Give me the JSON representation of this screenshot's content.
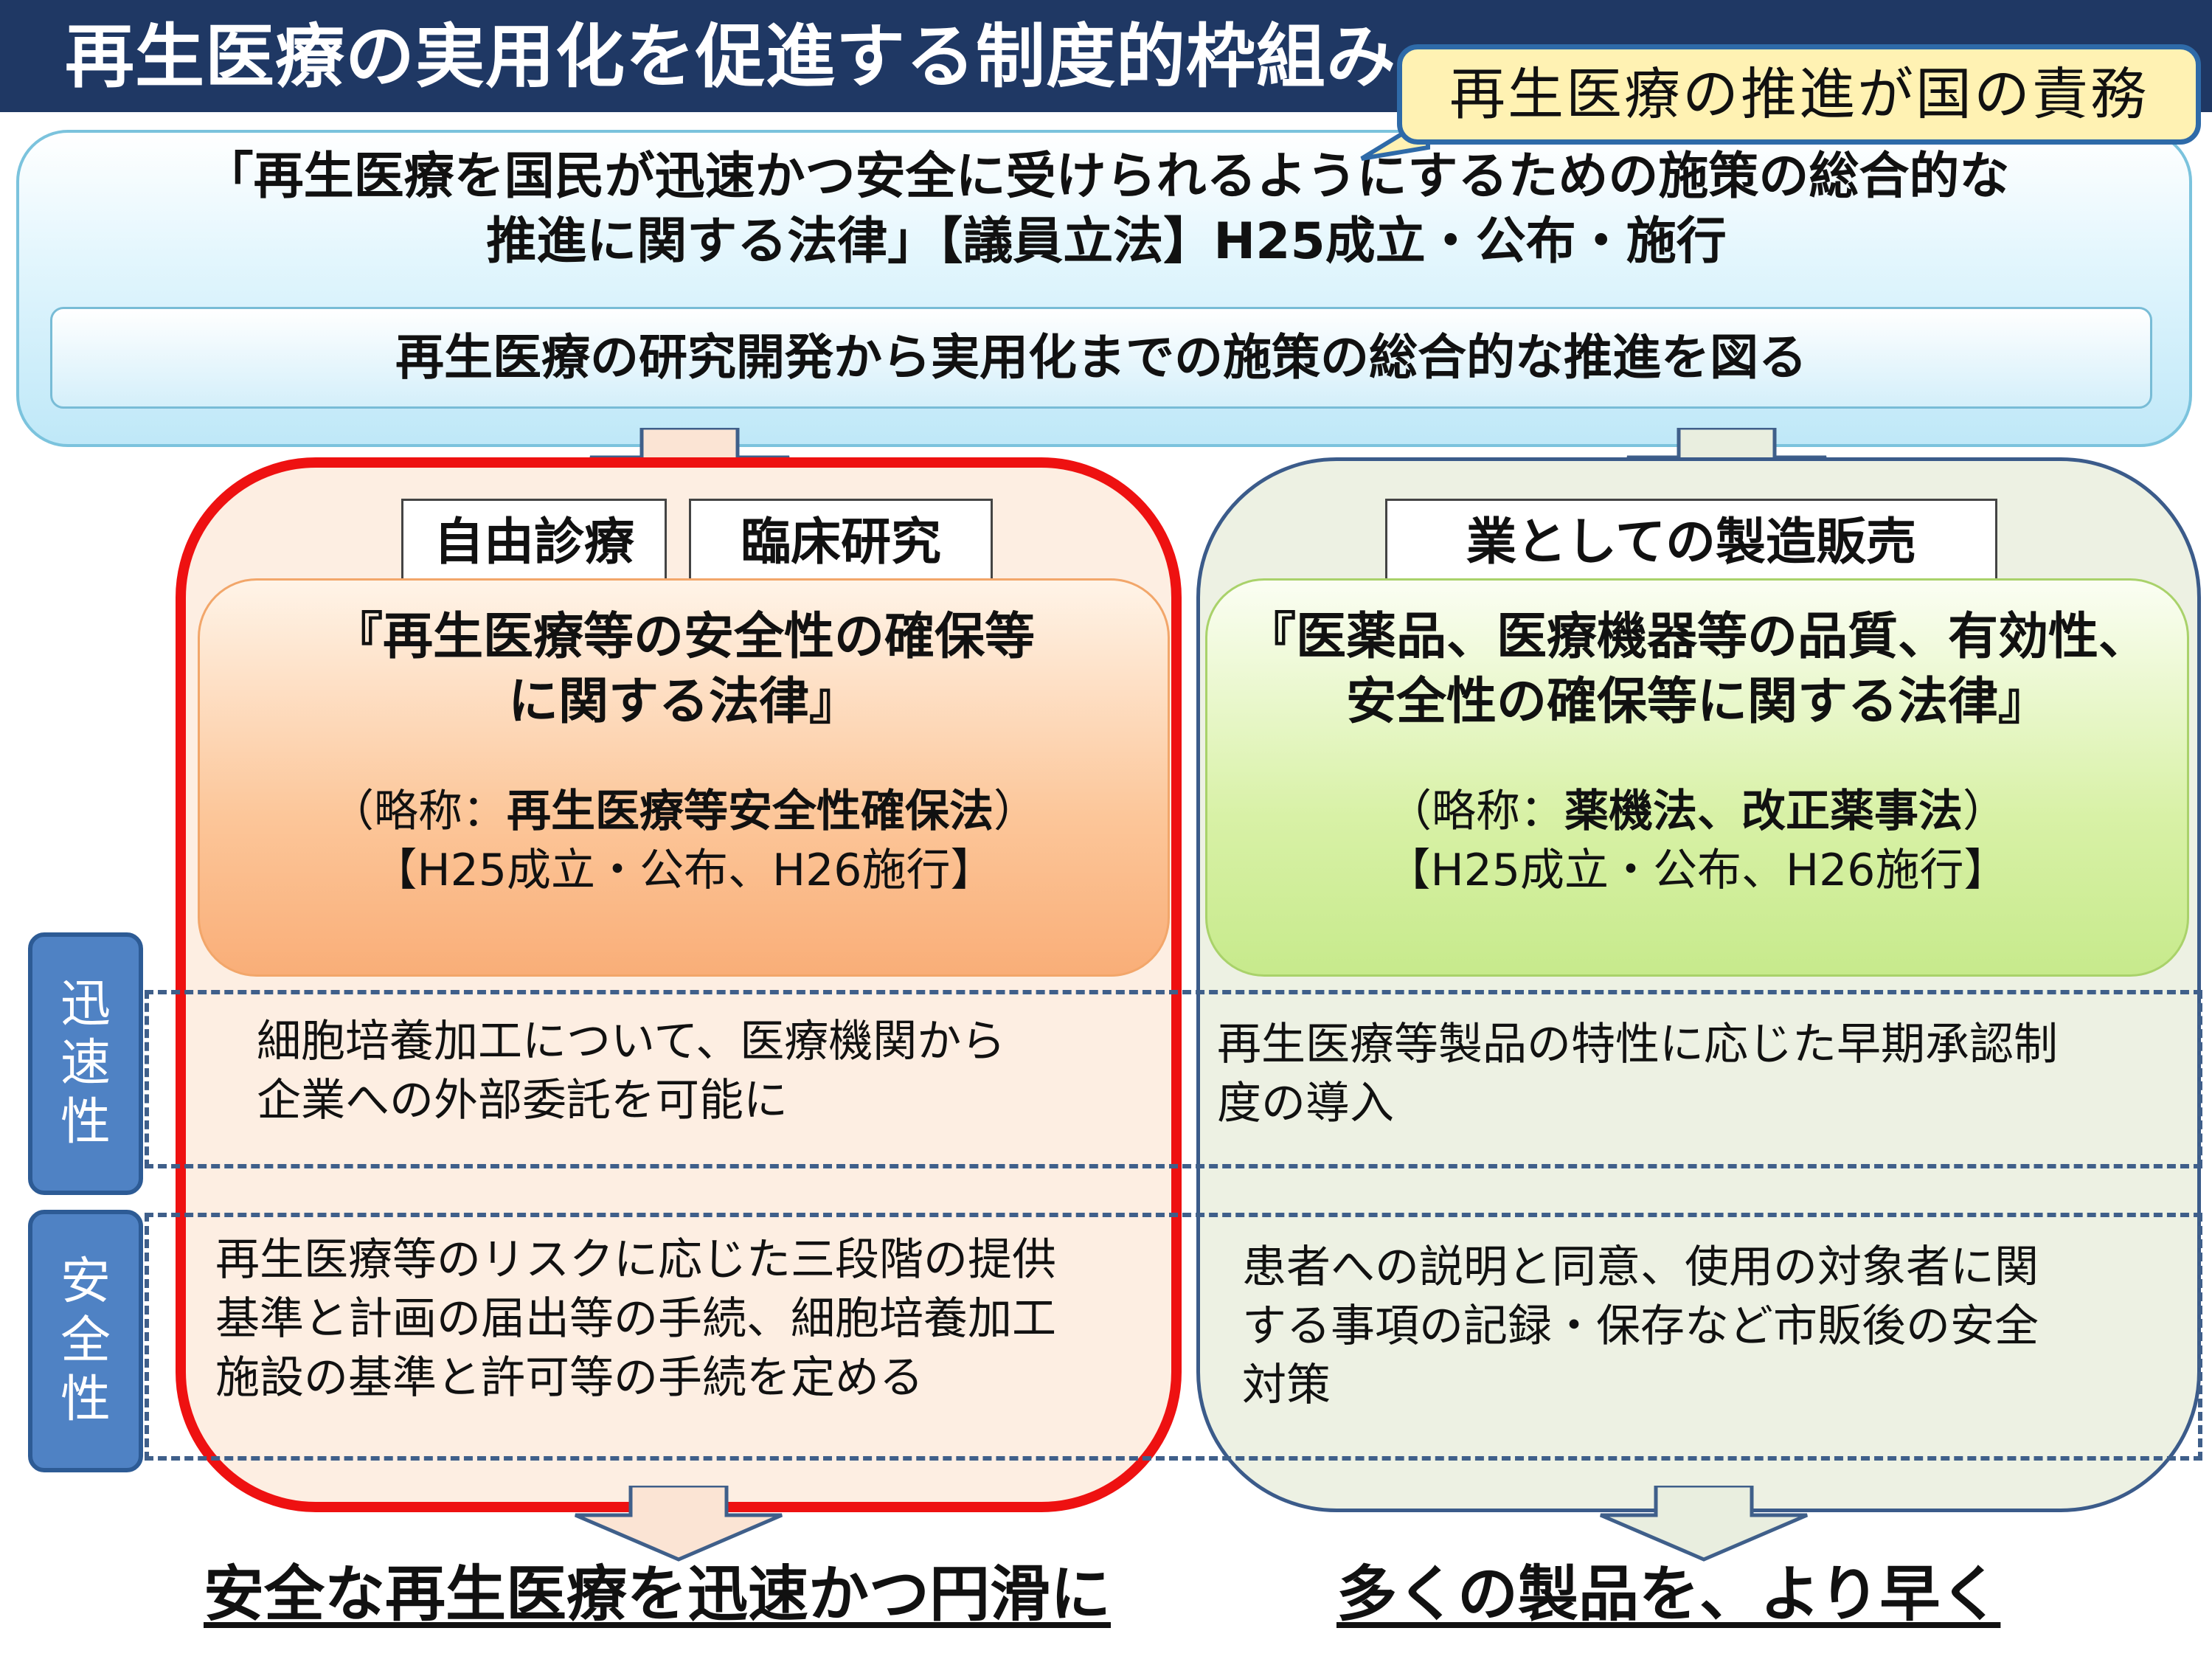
{
  "title": "再生医療の実用化を促進する制度的枠組み",
  "callout": "再生医療の推進が国の責務",
  "top_law": {
    "line1": "「再生医療を国民が迅速かつ安全に受けられるようにするための施策の総合的な",
    "line2": "推進に関する法律」【議員立法】H25成立・公布・施行",
    "purpose": "再生医療の研究開発から実用化までの施策の総合的な推進を図る"
  },
  "left": {
    "label_1": "自由診療",
    "label_2": "臨床研究",
    "law_title_1": "『再生医療等の安全性の確保等",
    "law_title_2": "に関する法律』",
    "abbr_prefix": "（略称：",
    "abbr_name": "再生医療等安全性確保法",
    "abbr_suffix": "）",
    "date": "【H25成立・公布、H26施行】",
    "speed_1": "細胞培養加工について、医療機関から",
    "speed_2": "企業への外部委託を可能に",
    "safety_1": "再生医療等のリスクに応じた三段階の提供",
    "safety_2": "基準と計画の届出等の手続、細胞培養加工",
    "safety_3": "施設の基準と許可等の手続を定める",
    "bottom": "安全な再生医療を迅速かつ円滑に"
  },
  "right": {
    "label": "業としての製造販売",
    "law_title_1": "『医薬品、医療機器等の品質、有効性、",
    "law_title_2": "安全性の確保等に関する法律』",
    "abbr_prefix": "（略称：",
    "abbr_name": "薬機法、改正薬事法",
    "abbr_suffix": "）",
    "date": "【H25成立・公布、H26施行】",
    "speed_1": "再生医療等製品の特性に応じた早期承認制",
    "speed_2": "度の導入",
    "safety_1": "患者への説明と同意、使用の対象者に関",
    "safety_2": "する事項の記録・保存など市販後の安全",
    "safety_3": "対策",
    "bottom": "多くの製品を、より早く"
  },
  "rows": {
    "speed": [
      "迅",
      "速",
      "性"
    ],
    "safety": [
      "安",
      "全",
      "性"
    ]
  },
  "colors": {
    "title_bar": "#1f3864",
    "left_border": "#ee1111",
    "right_border": "#3b5b8a",
    "tab": "#4f82c4",
    "callout_bg": "#fff2b3"
  }
}
